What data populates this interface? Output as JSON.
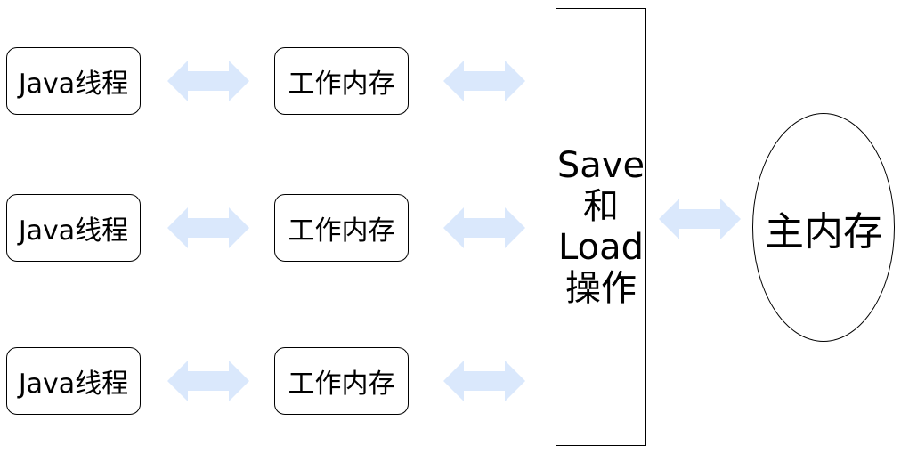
{
  "diagram": {
    "threads": [
      {
        "label": "Java线程"
      },
      {
        "label": "Java线程"
      },
      {
        "label": "Java线程"
      }
    ],
    "working_memories": [
      {
        "label": "工作内存"
      },
      {
        "label": "工作内存"
      },
      {
        "label": "工作内存"
      }
    ],
    "save_load": {
      "line1": "Save",
      "line2": "和",
      "line3": "Load",
      "line4": "操作"
    },
    "main_memory": {
      "label": "主内存"
    },
    "arrow_icon": "bidirectional-arrow-icon",
    "colors": {
      "arrow_fill": "#dae8fc",
      "border": "#000000",
      "background": "#ffffff"
    }
  }
}
